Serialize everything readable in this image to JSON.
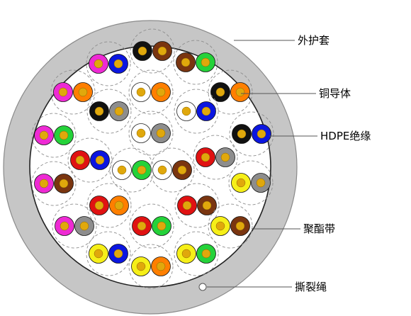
{
  "labels": {
    "outer_sheath": "外护套",
    "copper_conductor": "铜导体",
    "hdpe_insulation": "HDPE绝缘",
    "polyester_tape": "聚酯带",
    "ripcord": "撕裂绳"
  },
  "colors": {
    "sheath": "#c6c6c6",
    "sheath_edge": "#8a8a8a",
    "tape": "#ffffff",
    "tape_edge": "#222222",
    "copper": "#e0a80c",
    "leader_line": "#555555"
  },
  "wire_colors": {
    "black": "#111111",
    "brown": "#7a3510",
    "blue": "#0b16e0",
    "orange": "#ff7f00",
    "green": "#25d23a",
    "grey": "#8d8d8d",
    "white": "#ffffff",
    "red": "#e01212",
    "magenta": "#ee2ad4",
    "yellow": "#f6ef18"
  },
  "pairs": [
    [
      "black",
      "brown"
    ],
    [
      "magenta",
      "blue"
    ],
    [
      "brown",
      "green"
    ],
    [
      "magenta",
      "orange"
    ],
    [
      "white",
      "orange"
    ],
    [
      "black",
      "orange"
    ],
    [
      "black",
      "grey"
    ],
    [
      "white",
      "blue"
    ],
    [
      "white",
      "grey"
    ],
    [
      "magenta",
      "green"
    ],
    [
      "black",
      "blue"
    ],
    [
      "red",
      "blue"
    ],
    [
      "red",
      "grey"
    ],
    [
      "white",
      "green"
    ],
    [
      "white",
      "brown"
    ],
    [
      "magenta",
      "brown"
    ],
    [
      "yellow",
      "grey"
    ],
    [
      "red",
      "orange"
    ],
    [
      "red",
      "brown"
    ],
    [
      "magenta",
      "grey"
    ],
    [
      "red",
      "green"
    ],
    [
      "yellow",
      "brown"
    ],
    [
      "yellow",
      "blue"
    ],
    [
      "yellow",
      "orange"
    ],
    [
      "yellow",
      "green"
    ]
  ]
}
